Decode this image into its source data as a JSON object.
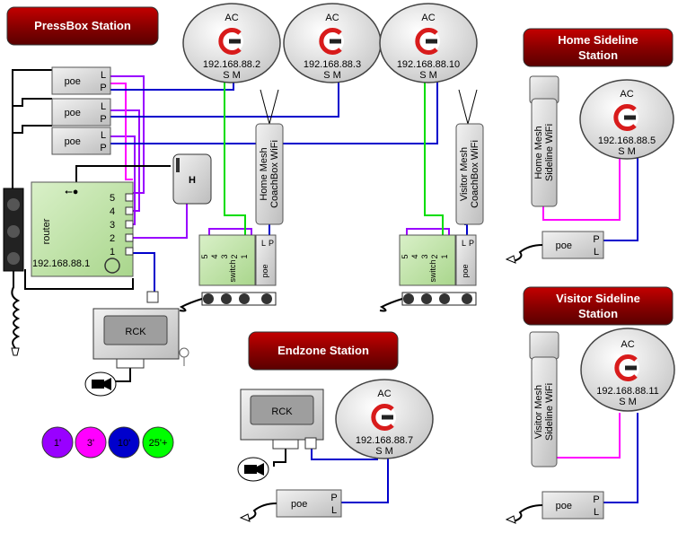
{
  "stations": {
    "pressbox": "PressBox Station",
    "home_sideline": [
      "Home Sideline",
      "Station"
    ],
    "visitor_sideline": [
      "Visitor Sideline",
      "Station"
    ],
    "endzone": "Endzone Station"
  },
  "access_points": [
    {
      "type": "AC",
      "ip": "192.168.88.2",
      "ports": "S M"
    },
    {
      "type": "AC",
      "ip": "192.168.88.3",
      "ports": "S M"
    },
    {
      "type": "AC",
      "ip": "192.168.88.10",
      "ports": "S M"
    },
    {
      "type": "AC",
      "ip": "192.168.88.5",
      "ports": "S M"
    },
    {
      "type": "AC",
      "ip": "192.168.88.11",
      "ports": "S M"
    },
    {
      "type": "AC",
      "ip": "192.168.88.7",
      "ports": "S M"
    }
  ],
  "poe": {
    "label": "poe",
    "l": "L",
    "p": "P"
  },
  "router": {
    "label": "router",
    "ip": "192.168.88.1",
    "ports": [
      "5",
      "4",
      "3",
      "2",
      "1"
    ]
  },
  "hub": {
    "label": "H"
  },
  "rck": {
    "label": "RCK"
  },
  "switch": {
    "label": "switch",
    "ports": [
      "5",
      "4",
      "3",
      "2",
      "1"
    ],
    "lp": [
      "L",
      "P"
    ],
    "poe": "poe"
  },
  "mesh": {
    "home_coachbox": [
      "Home Mesh",
      "CoachBox WiFi"
    ],
    "visitor_coachbox": [
      "Visitor Mesh",
      "CoachBox WiFi"
    ],
    "home_sideline": [
      "Home Mesh",
      "Sideline WiFi"
    ],
    "visitor_sideline": [
      "Visitor Mesh",
      "Sideline WiFi"
    ]
  },
  "legend": [
    {
      "label": "1'",
      "color": "#9900ff"
    },
    {
      "label": "3'",
      "color": "#ff00ff"
    },
    {
      "label": "10'",
      "color": "#0000cc"
    },
    {
      "label": "25'+",
      "color": "#00ff00"
    }
  ],
  "colors": {
    "purple": "#9900ff",
    "magenta": "#ff00ff",
    "blue": "#0000cc",
    "green": "#00dd00",
    "title": "#b30000"
  }
}
